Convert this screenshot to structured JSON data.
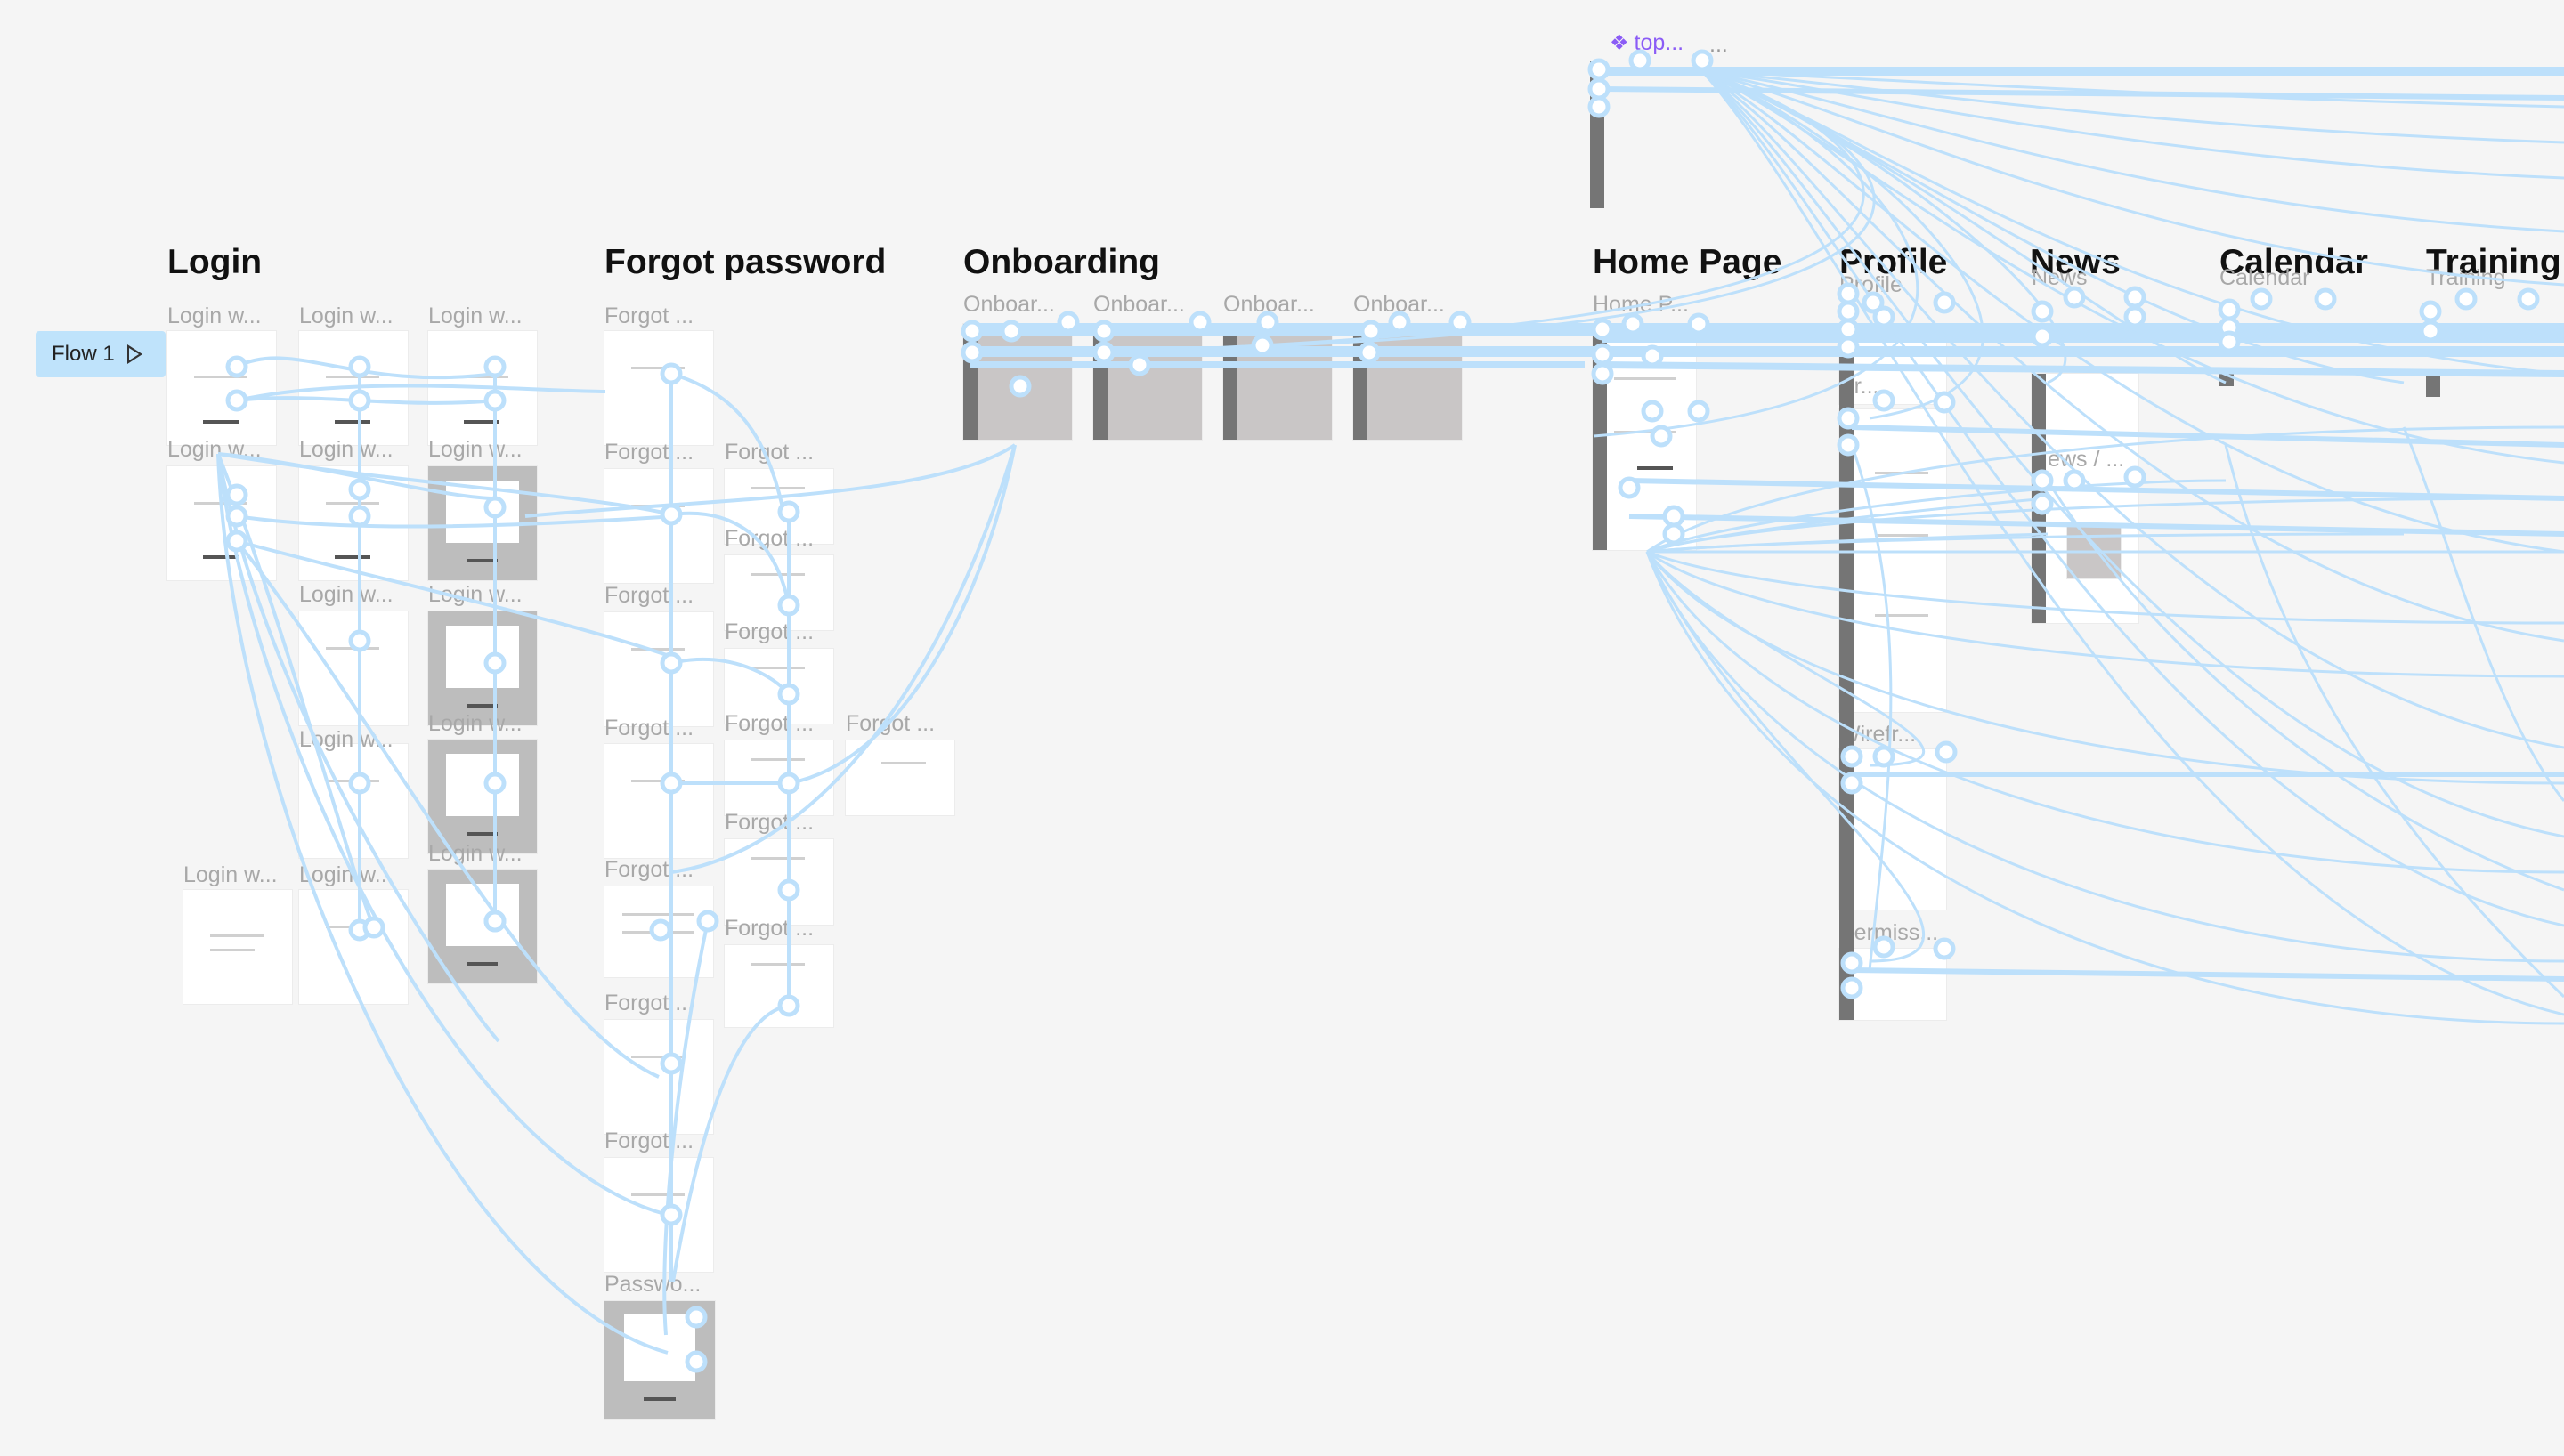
{
  "flow": {
    "label": "Flow 1",
    "icon": "play-icon"
  },
  "component": {
    "label": "top...",
    "icon": "component-icon",
    "more": "..."
  },
  "sections": {
    "login": "Login",
    "forgot": "Forgot password",
    "onboarding": "Onboarding",
    "home": "Home Page",
    "profile": "Profile",
    "news": "News",
    "calendar": "Calendar",
    "training": "Training"
  },
  "frames": {
    "login": [
      "Login w...",
      "Login w...",
      "Login w...",
      "Login w...",
      "Login w...",
      "Login w...",
      "Login w...",
      "Login w...",
      "Login w...",
      "Login w...",
      "Login w...",
      "Login w...",
      "Login w..."
    ],
    "forgot": [
      "Forgot ...",
      "Forgot ...",
      "Forgot ...",
      "Forgot ...",
      "Forgot ...",
      "Forgot ...",
      "Forgot ...",
      "Forgot ...",
      "Forgot ...",
      "Forgot ...",
      "Forgot ...",
      "Forgot ...",
      "Forgot ...",
      "Forgot ...",
      "Passwo..."
    ],
    "onboarding": [
      "Onboar...",
      "Onboar...",
      "Onboar...",
      "Onboar..."
    ],
    "home": [
      "Home P..."
    ],
    "profile": [
      "Profile",
      "Pr...",
      "Wirefr...",
      "Permiss..."
    ],
    "news": [
      "News",
      "News / ..."
    ],
    "calendar": [
      "Calendar"
    ],
    "training": [
      "Training"
    ]
  },
  "colors": {
    "connector": "#bde0fb",
    "canvas": "#f5f5f5",
    "component": "#8b5cf6",
    "flow_bg": "#bfe3fb"
  }
}
